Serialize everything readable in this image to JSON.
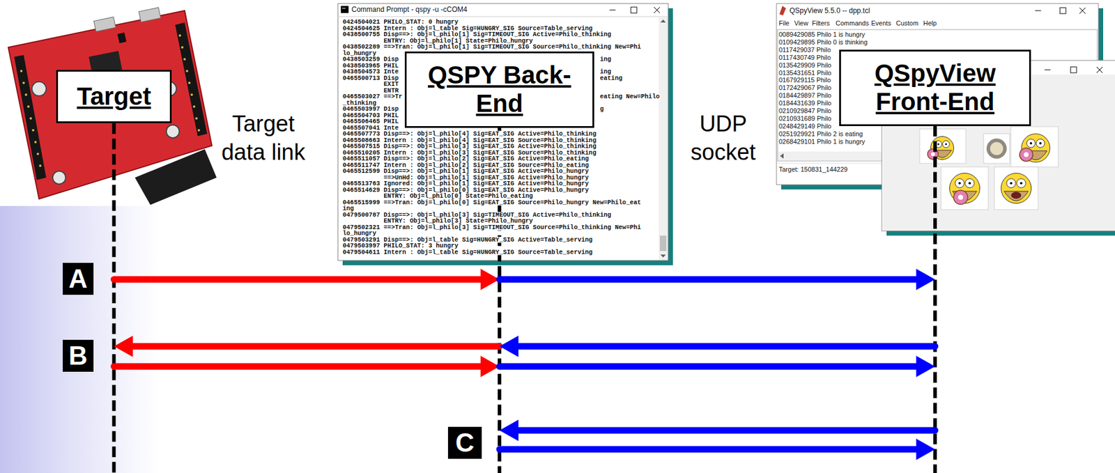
{
  "diagram": {
    "nodes": [
      {
        "text": [
          "Target"
        ]
      },
      {
        "text": [
          "QSPY Back-End"
        ]
      },
      {
        "text": [
          "QSpyView Front-End"
        ]
      },
      {
        "text": [
          "A"
        ]
      },
      {
        "text": [
          "B"
        ]
      },
      {
        "text": [
          "C"
        ]
      }
    ],
    "edges": [
      {
        "from": 0,
        "to": 1,
        "arrow": "to"
      },
      {
        "from": 1,
        "to": 2,
        "arrow": "to"
      },
      {
        "from": 1,
        "to": 0,
        "arrow": "to"
      },
      {
        "from": 2,
        "to": 1,
        "arrow": "to"
      },
      {
        "from": 0,
        "to": 1,
        "arrow": "to"
      },
      {
        "from": 1,
        "to": 2,
        "arrow": "to"
      },
      {
        "from": 2,
        "to": 1,
        "arrow": "to"
      },
      {
        "from": 1,
        "to": 2,
        "arrow": "to"
      }
    ],
    "labels": [
      "Target data link",
      "UDP socket",
      "Command Prompt - qspy -u -cCOM4",
      "0424504021 PHILO_STAT: 0 hungry",
      "0424504625 Intern : Obj=l_table Sig=HUNGRY_SIG Source=Table_serving",
      "0438500755 Disp==>: Obj=l_philo[1] Sig=TIMEOUT_SIG Active=Philo_thinking",
      "ENTRY: Obj=l_philo[1] State=Philo_hungry",
      "0438502289 ==>Tran: Obj=l_philo[1] Sig=TIMEOUT_SIG Source=Philo_thinking New=Phi",
      "lo_hungry",
      "0438503259 Disp",
      "ing",
      "0438503965 PHIL",
      "0438504573 Inte",
      "ing",
      "0465500713 Disp",
      "eating",
      "EXIT",
      "ENTR",
      "0465503027 ==>Tr",
      "eating New=Philo",
      "_thinking",
      "0465503997 Disp",
      "g",
      "0465504703 PHIL",
      "0465506465 PHIL",
      "0465507041 Inte",
      "0465507773 Disp==>: Obj=l_philo[4] Sig=EAT_SIG Active=Philo_thinking",
      "0465508663 Intern : Obj=l_philo[4] Sig=EAT_SIG Source=Philo_thinking",
      "0465507515 Disp==>: Obj=l_philo[3] Sig=EAT_SIG Active=Philo_thinking",
      "0465510205 Intern : Obj=l_philo[3] Sig=EAT_SIG Source=Philo_thinking",
      "0465511057 Disp==>: Obj=l_philo[2] Sig=EAT_SIG Active=Philo_eating",
      "0465511747 Intern : Obj=l_philo[2] Sig=EAT_SIG Source=Philo_eating",
      "0465512599 Disp==>: Obj=l_philo[1] Sig=EAT_SIG Active=Philo_hungry",
      "==>UnHd: Obj=l_philo[1] Sig=EAT_SIG Active=Philo_hungry",
      "0465513763 Ignored: Obj=l_philo[1] Sig=EAT_SIG Active=Philo_hungry",
      "0465514629 Disp==>: Obj=l_philo[0] Sig=EAT_SIG Active=Philo_hungry",
      "ENTRY: Obj=l_philo[0] State=Philo_eating",
      "0465515999 ==>Tran: Obj=l_philo[0] Sig=EAT_SIG Source=Philo_hungry New=Philo_eat",
      "ing",
      "0479500787 Disp==>: Obj=l_philo[3] Sig=TIMEOUT_SIG Active=Philo_thinking",
      "ENTRY: Obj=l_philo[3] State=Philo_hungry",
      "0479502321 ==>Tran: Obj=l_philo[3] Sig=TIMEOUT_SIG Source=Philo_thinking New=Phi",
      "lo_hungry",
      "0479503291 Disp==>: Obj=l_table Sig=HUNGRY_SIG Active=Table_serving",
      "0479503997 PHILO_STAT: 3 hungry",
      "0479504611 Intern : Obj=l_table Sig=HUNGRY_SIG Source=Table_serving",
      "QSpyView 5.5.0 -- dpp.tcl",
      "File",
      "View",
      "Filters",
      "Commands",
      "Events",
      "Custom",
      "Help",
      "0089429085 Philo 1 is hungry",
      "0109429895 Philo 0 is thinking",
      "0117429037 Philo",
      "0117430749 Philo",
      "0135429909 Philo",
      "0135431651 Philo",
      "0167929115 Philo",
      "0172429067 Philo",
      "0184429897 Philo",
      "0184431639 Philo",
      "0210929847 Philo",
      "0210931689 Philo",
      "0248429149 Philo",
      "0251929921 Philo 2 is eating",
      "0268429101 Philo 1 is hungry",
      "Target: 150831_144229"
    ]
  }
}
